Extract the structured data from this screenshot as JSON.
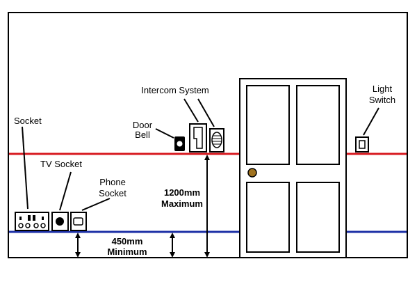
{
  "colors": {
    "high_line": "#d71920",
    "low_line": "#1c2fa6",
    "door_knob": "#a0721e",
    "outline": "#000000"
  },
  "labels": {
    "socket": "Socket",
    "tv_socket": "TV Socket",
    "phone_socket_line1": "Phone",
    "phone_socket_line2": "Socket",
    "door_bell_line1": "Door",
    "door_bell_line2": "Bell",
    "intercom_system": "Intercom System",
    "light_switch_line1": "Light",
    "light_switch_line2": "Switch",
    "max_height_value": "1200mm",
    "max_height_note": "Maximum",
    "min_height_value": "450mm",
    "min_height_note": "Minimum"
  }
}
